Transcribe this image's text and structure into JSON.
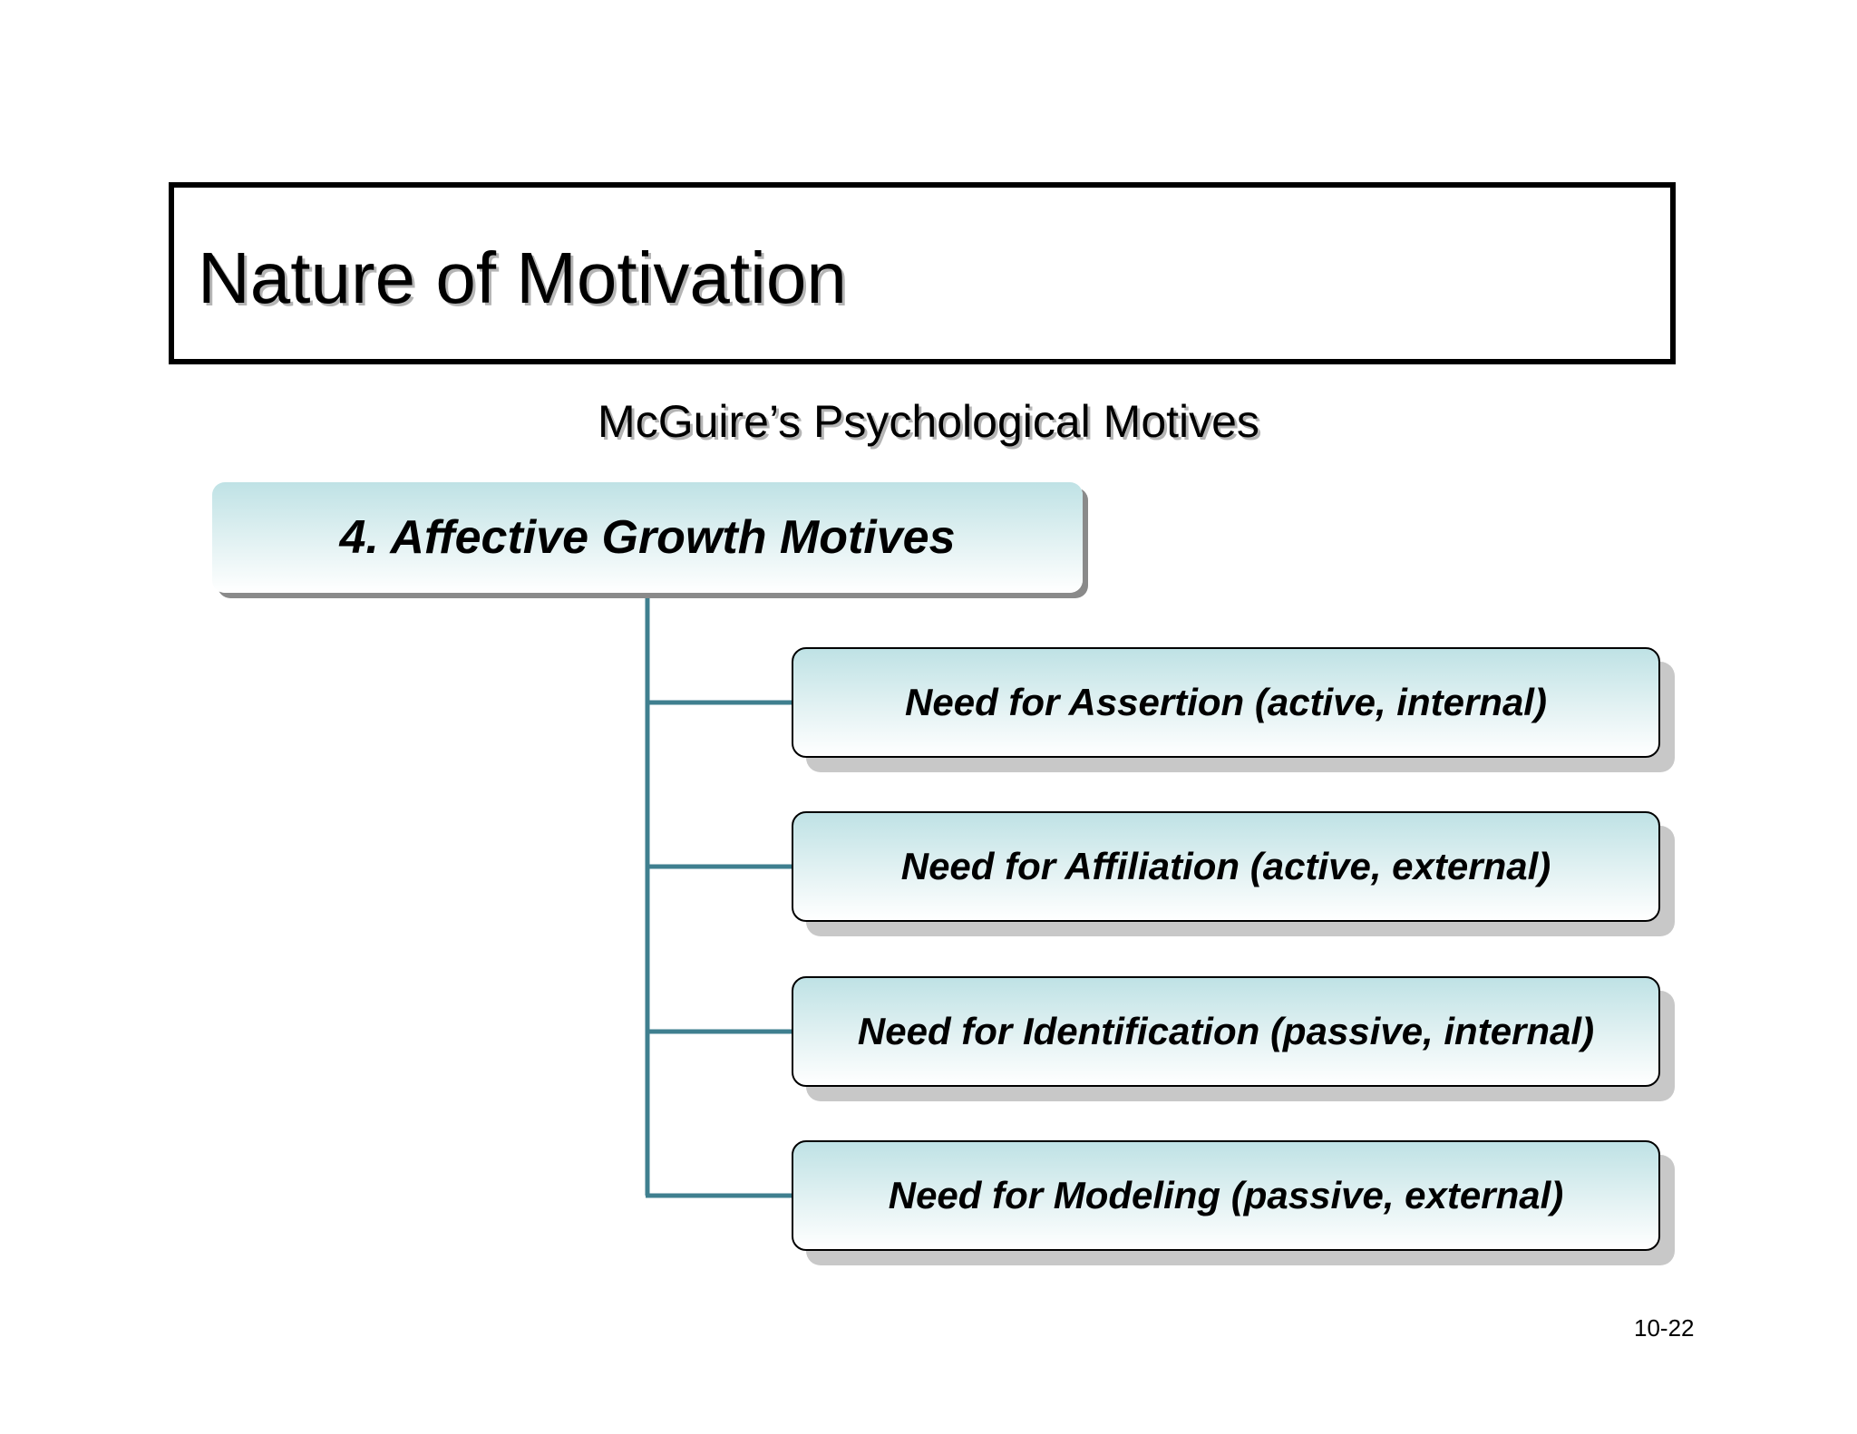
{
  "slide": {
    "title": "Nature of Motivation",
    "subtitle": "McGuire’s Psychological Motives",
    "page_number": "10-22"
  },
  "diagram": {
    "root": "4. Affective Growth Motives",
    "children": [
      "Need for Assertion (active, internal)",
      "Need for Affiliation (active, external)",
      "Need for Identification (passive, internal)",
      "Need for Modeling (passive, external)"
    ]
  },
  "colors": {
    "connector": "#3f7f8f",
    "box_top": "#bfe2e5",
    "box_bottom": "#ffffff"
  }
}
